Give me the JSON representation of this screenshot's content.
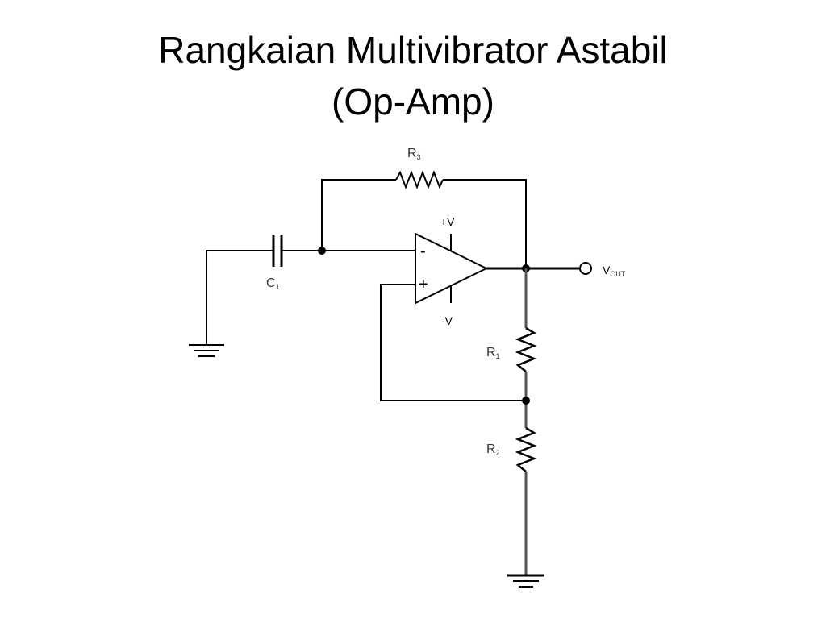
{
  "title": {
    "line1": "Rangkaian Multivibrator Astabil",
    "line2": "(Op-Amp)"
  },
  "circuit": {
    "components": {
      "r3": {
        "letter": "R",
        "sub": "3"
      },
      "r1": {
        "letter": "R",
        "sub": "1"
      },
      "r2": {
        "letter": "R",
        "sub": "2"
      },
      "c1": {
        "letter": "C",
        "sub": "1"
      }
    },
    "opamp": {
      "inverting": "-",
      "noninverting": "+",
      "supply_pos": "+V",
      "supply_neg": "-V"
    },
    "output": {
      "letter": "V",
      "sub": "OUT"
    }
  }
}
